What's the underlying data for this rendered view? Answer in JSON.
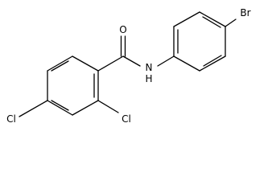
{
  "atoms": {
    "oxygen": "O",
    "amide_n": "N",
    "amide_h": "H",
    "bromine": "Br",
    "chlorine_para": "Cl",
    "chlorine_ortho": "Cl"
  },
  "colors": {
    "bond": "#000000",
    "label": "#000000",
    "background": "#ffffff"
  }
}
